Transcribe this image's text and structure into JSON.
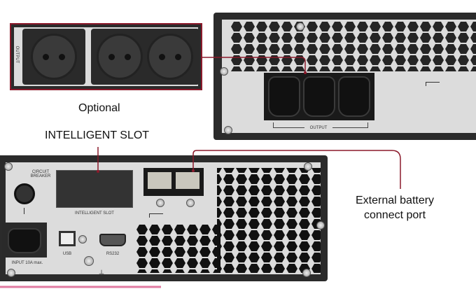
{
  "labels": {
    "optional": "Optional",
    "intelligent_slot_callout": "INTELLIGENT SLOT",
    "external_battery_line1": "External battery",
    "external_battery_line2": "connect port"
  },
  "panel_text": {
    "optional_output": "OUTPUT",
    "top_output": "OUTPUT",
    "circuit_breaker_line1": "CIRCUIT",
    "circuit_breaker_line2": "BREAKER",
    "intelligent_slot": "INTELLIGENT SLOT",
    "usb": "USB",
    "rs232": "RS232",
    "input": "INPUT 10A max."
  },
  "colors": {
    "callout_line": "#8b1a2b",
    "panel": "#dcdcdc",
    "frame": "#2b2b2b"
  }
}
